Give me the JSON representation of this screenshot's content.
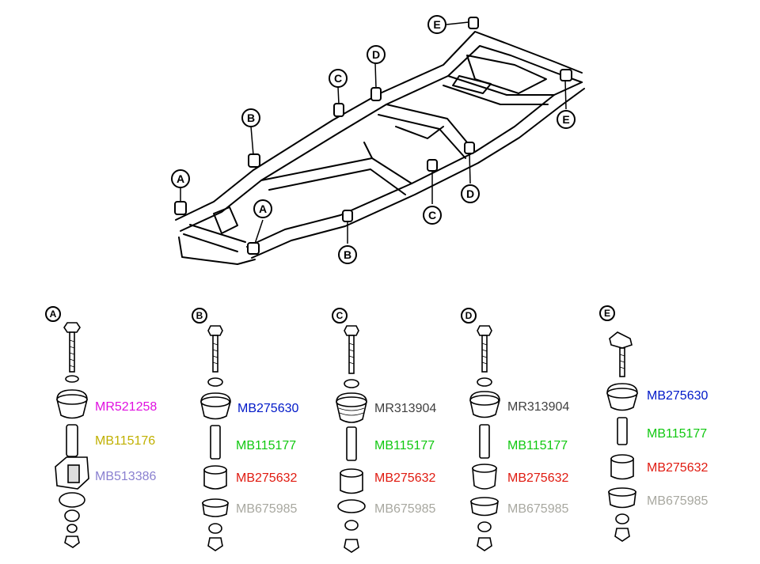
{
  "colors": {
    "magenta": "#e010e0",
    "olive": "#c0b000",
    "lavender": "#8a80d0",
    "blue": "#0018c8",
    "green": "#10c810",
    "red": "#e01a10",
    "gray": "#a8a8a0",
    "dark": "#404040"
  },
  "frame_callouts": {
    "a1": "A",
    "a2": "A",
    "b1": "B",
    "b2": "B",
    "c1": "C",
    "c2": "C",
    "d1": "D",
    "d2": "D",
    "e1": "E",
    "e2": "E"
  },
  "stacks": {
    "A": {
      "label": "A",
      "parts": [
        "MR521258",
        "MB115176",
        "MB513386"
      ]
    },
    "B": {
      "label": "B",
      "parts": [
        "MB275630",
        "MB115177",
        "MB275632",
        "MB675985"
      ]
    },
    "C": {
      "label": "C",
      "parts": [
        "MR313904",
        "MB115177",
        "MB275632",
        "MB675985"
      ]
    },
    "D": {
      "label": "D",
      "parts": [
        "MR313904",
        "MB115177",
        "MB275632",
        "MB675985"
      ]
    },
    "E": {
      "label": "E",
      "parts": [
        "MB275630",
        "MB115177",
        "MB275632",
        "MB675985"
      ]
    }
  }
}
